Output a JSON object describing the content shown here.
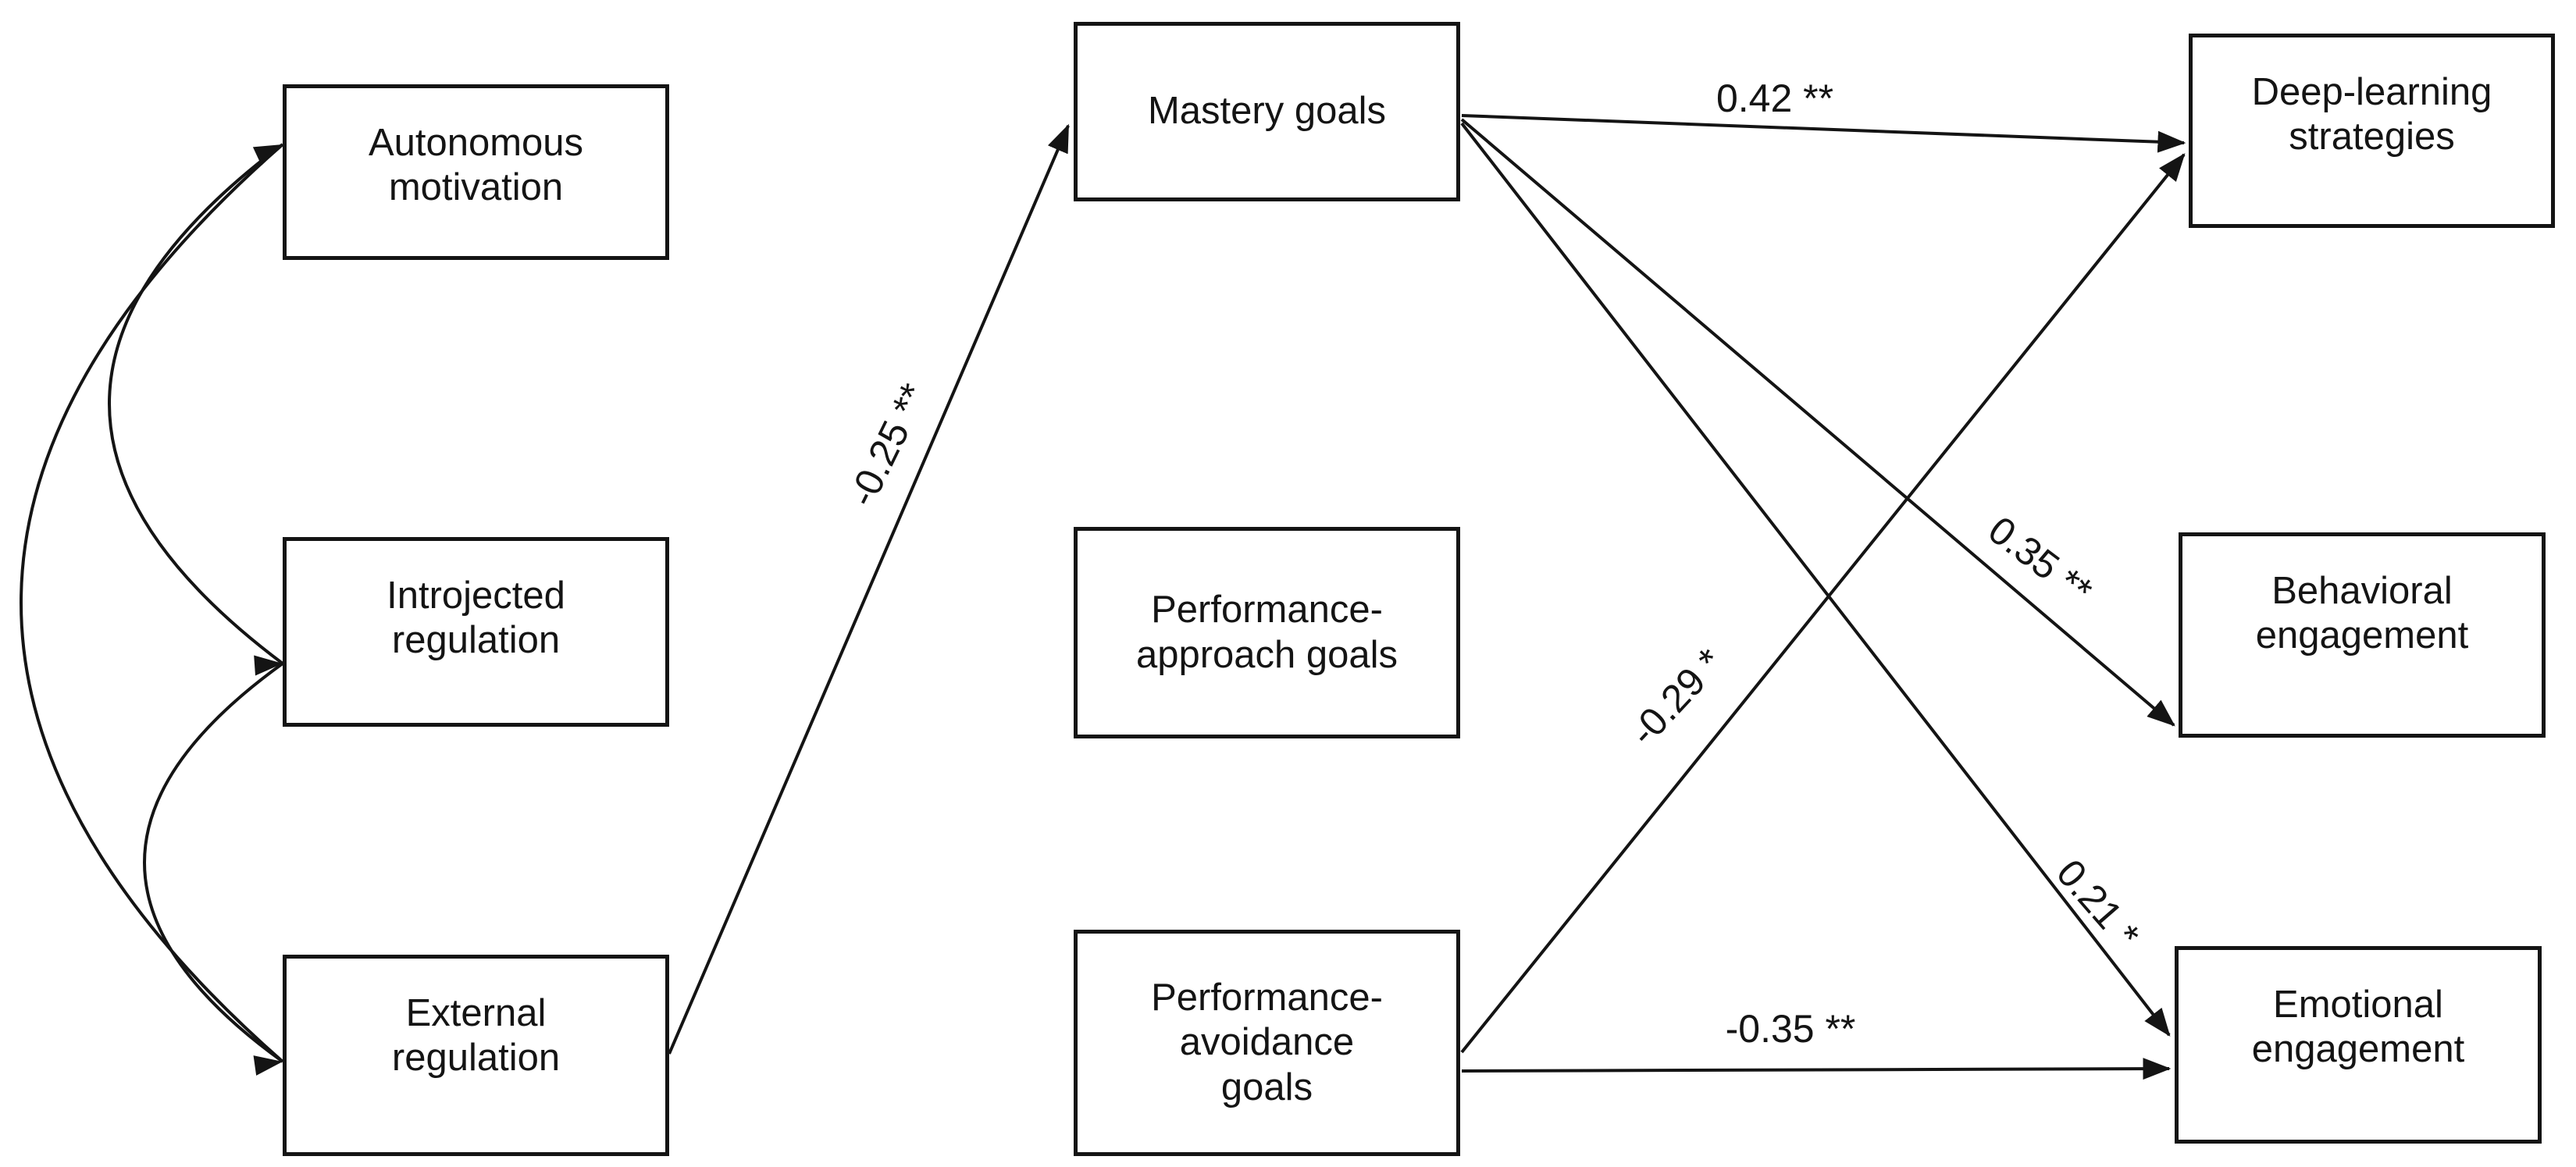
{
  "figure": {
    "type": "path-diagram",
    "background_color": "#ffffff",
    "line_color": "#141414",
    "text_color": "#141414"
  },
  "nodes": [
    {
      "id": "autonomous-motivation",
      "label": "Autonomous\nmotivation"
    },
    {
      "id": "introjected-regulation",
      "label": "Introjected\nregulation"
    },
    {
      "id": "external-regulation",
      "label": "External\nregulation"
    },
    {
      "id": "mastery-goals",
      "label": "Mastery goals"
    },
    {
      "id": "performance-approach-goals",
      "label": "Performance-\napproach goals"
    },
    {
      "id": "performance-avoidance-goals",
      "label": "Performance-\navoidance\ngoals"
    },
    {
      "id": "deep-learning-strategies",
      "label": "Deep-learning\nstrategies"
    },
    {
      "id": "behavioral-engagement",
      "label": "Behavioral\nengagement"
    },
    {
      "id": "emotional-engagement",
      "label": "Emotional\nengagement"
    }
  ],
  "edges": [
    {
      "from": "external-regulation",
      "to": "mastery-goals",
      "label": "-0.25 **",
      "coefficient": -0.25,
      "significance": "**"
    },
    {
      "from": "mastery-goals",
      "to": "deep-learning-strategies",
      "label": "0.42 **",
      "coefficient": 0.42,
      "significance": "**"
    },
    {
      "from": "mastery-goals",
      "to": "behavioral-engagement",
      "label": "0.35 **",
      "coefficient": 0.35,
      "significance": "**"
    },
    {
      "from": "mastery-goals",
      "to": "emotional-engagement",
      "label": "0.21 *",
      "coefficient": 0.21,
      "significance": "*"
    },
    {
      "from": "performance-avoidance-goals",
      "to": "deep-learning-strategies",
      "label": "-0.29 *",
      "coefficient": -0.29,
      "significance": "*"
    },
    {
      "from": "performance-avoidance-goals",
      "to": "emotional-engagement",
      "label": "-0.35 **",
      "coefficient": -0.35,
      "significance": "**"
    }
  ],
  "correlations": [
    {
      "between": [
        "autonomous-motivation",
        "introjected-regulation"
      ]
    },
    {
      "between": [
        "autonomous-motivation",
        "external-regulation"
      ]
    },
    {
      "between": [
        "introjected-regulation",
        "external-regulation"
      ]
    }
  ]
}
